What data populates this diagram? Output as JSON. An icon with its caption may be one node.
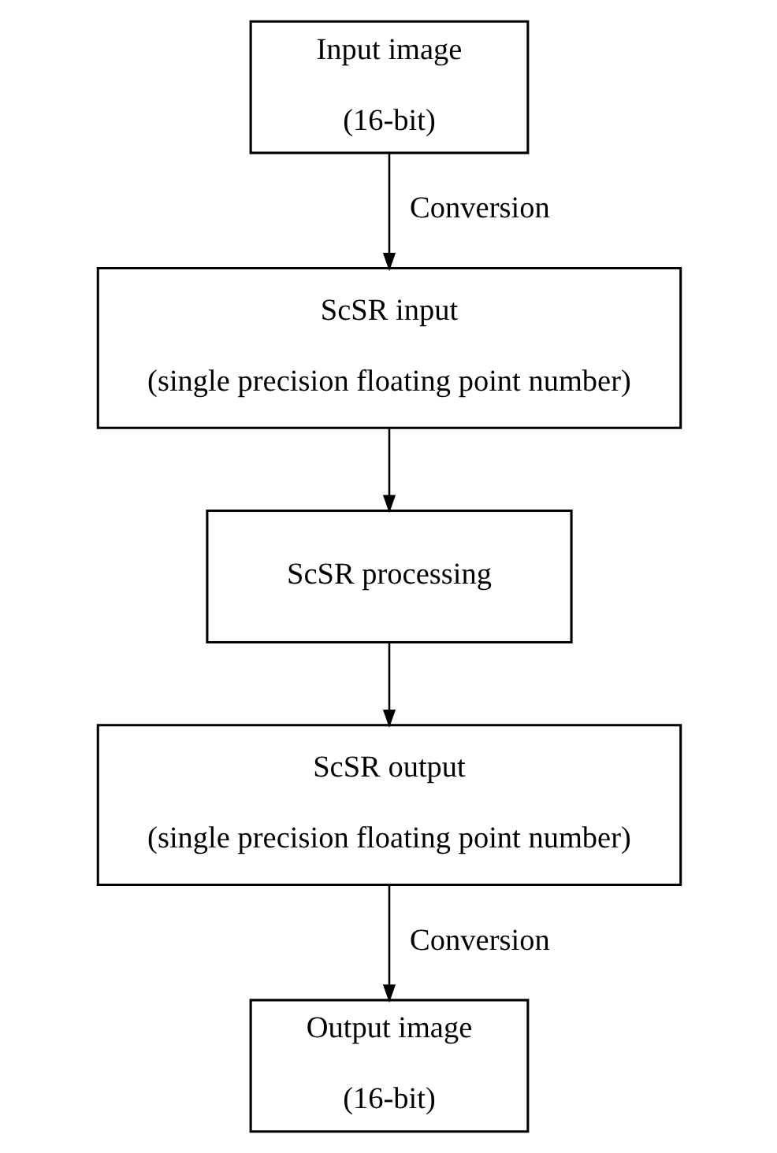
{
  "diagram": {
    "nodes": [
      {
        "text": [
          "Input image",
          "(16-bit)"
        ]
      },
      {
        "text": [
          "ScSR input",
          "(single precision floating point number)"
        ]
      },
      {
        "text": [
          "ScSR processing"
        ]
      },
      {
        "text": [
          "ScSR output",
          "(single precision floating point number)"
        ]
      },
      {
        "text": [
          "Output image",
          "(16-bit)"
        ]
      }
    ],
    "edges": [
      {
        "from": 0,
        "to": 1,
        "arrow": "to",
        "label": "Conversion"
      },
      {
        "from": 1,
        "to": 2,
        "arrow": "to"
      },
      {
        "from": 2,
        "to": 3,
        "arrow": "to"
      },
      {
        "from": 3,
        "to": 4,
        "arrow": "to",
        "label": "Conversion"
      }
    ]
  }
}
